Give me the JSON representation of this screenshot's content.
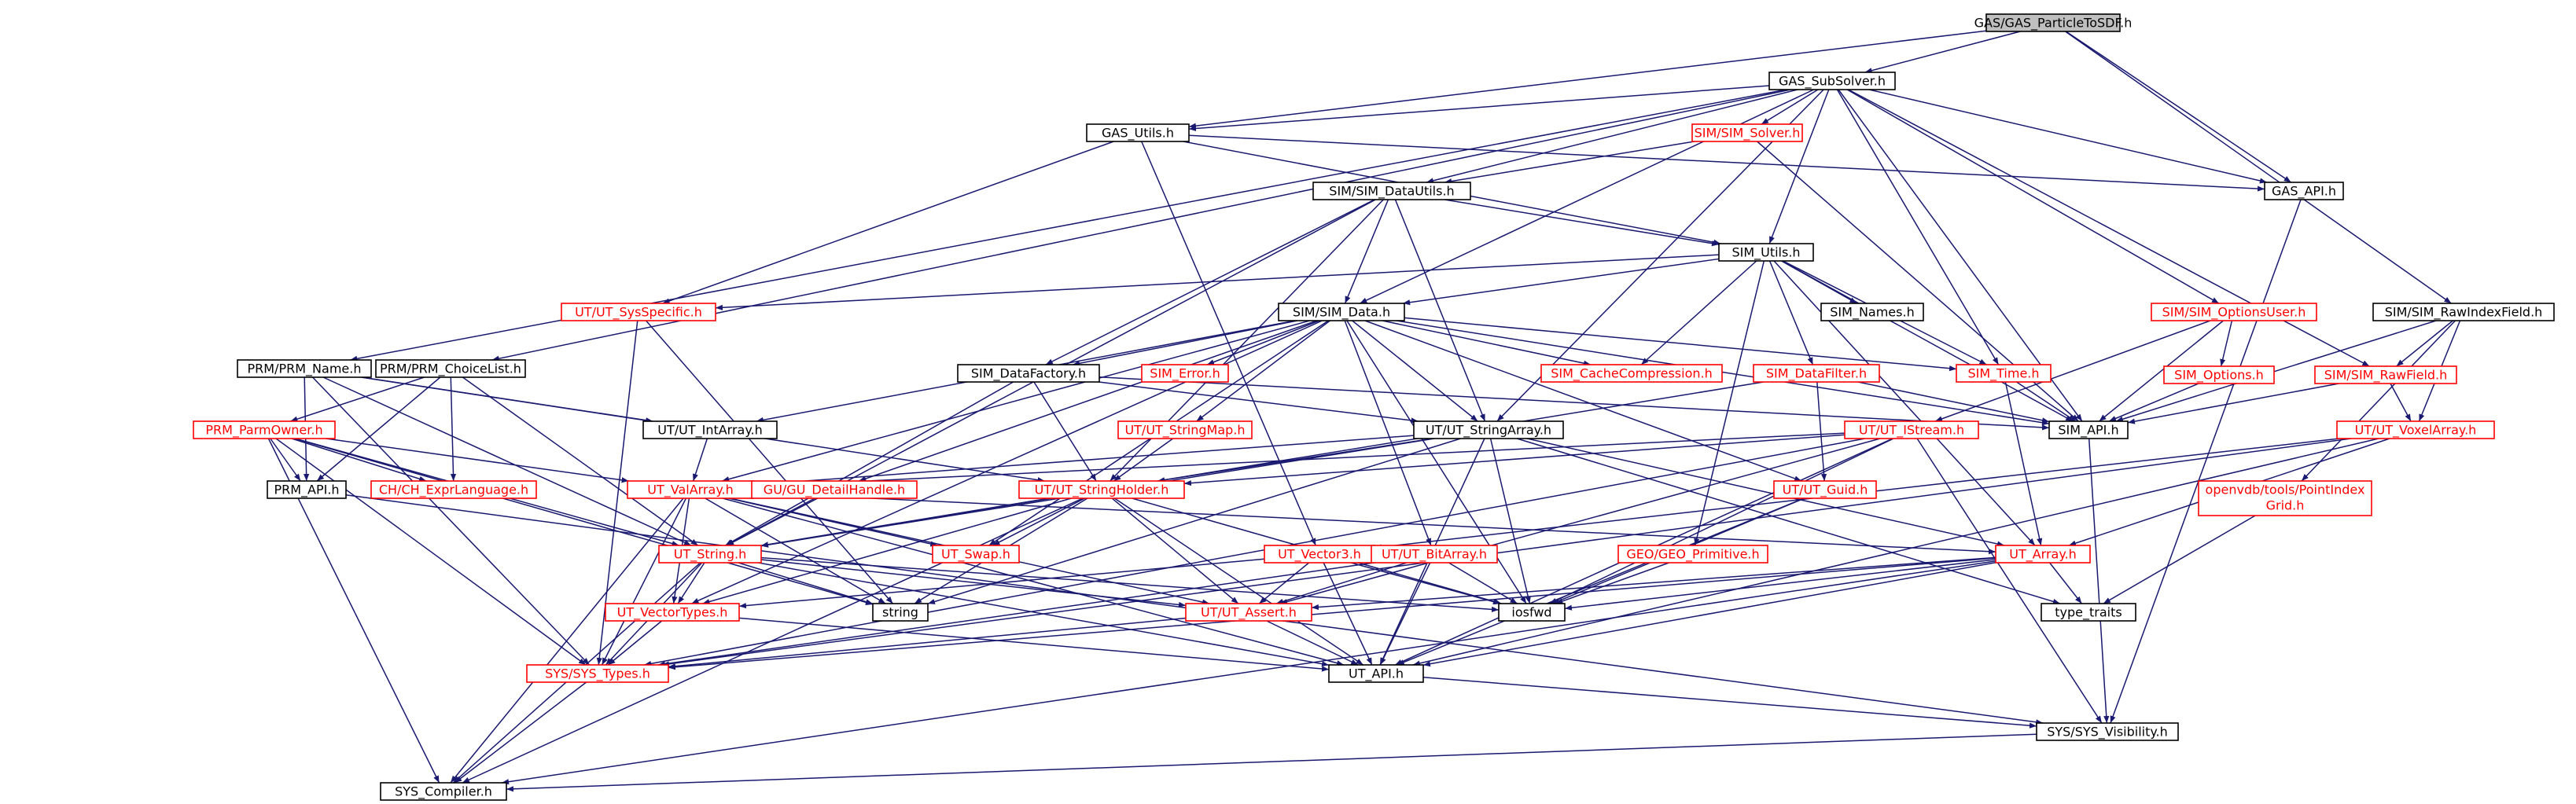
{
  "colors": {
    "edge": "#191970",
    "node_border_normal": "#000000",
    "node_border_truncated": "#ff0000",
    "node_text_normal": "#000000",
    "node_text_truncated": "#ff0000",
    "root_fill": "#bfbfbf"
  },
  "nodes": [
    {
      "id": "root",
      "label": "GAS/GAS_ParticleToSDF.h",
      "style": "root"
    },
    {
      "id": "gas_subsolver",
      "label": "GAS_SubSolver.h",
      "style": "normal"
    },
    {
      "id": "gas_utils",
      "label": "GAS_Utils.h",
      "style": "normal"
    },
    {
      "id": "sim_solver",
      "label": "SIM/SIM_Solver.h",
      "style": "truncated"
    },
    {
      "id": "gas_api",
      "label": "GAS_API.h",
      "style": "normal"
    },
    {
      "id": "sim_datautils",
      "label": "SIM/SIM_DataUtils.h",
      "style": "normal"
    },
    {
      "id": "sim_utils",
      "label": "SIM_Utils.h",
      "style": "normal"
    },
    {
      "id": "ut_sysspecific",
      "label": "UT/UT_SysSpecific.h",
      "style": "truncated"
    },
    {
      "id": "sim_data",
      "label": "SIM/SIM_Data.h",
      "style": "normal"
    },
    {
      "id": "sim_names",
      "label": "SIM_Names.h",
      "style": "normal"
    },
    {
      "id": "sim_optionsuser",
      "label": "SIM/SIM_OptionsUser.h",
      "style": "truncated"
    },
    {
      "id": "sim_rawindexfield",
      "label": "SIM/SIM_RawIndexField.h",
      "style": "normal"
    },
    {
      "id": "prm_name",
      "label": "PRM/PRM_Name.h",
      "style": "normal"
    },
    {
      "id": "prm_choicelist",
      "label": "PRM/PRM_ChoiceList.h",
      "style": "normal"
    },
    {
      "id": "sim_datafactory",
      "label": "SIM_DataFactory.h",
      "style": "normal"
    },
    {
      "id": "sim_error",
      "label": "SIM_Error.h",
      "style": "truncated"
    },
    {
      "id": "sim_cachecompression",
      "label": "SIM_CacheCompression.h",
      "style": "truncated"
    },
    {
      "id": "sim_datafilter",
      "label": "SIM_DataFilter.h",
      "style": "truncated"
    },
    {
      "id": "sim_time",
      "label": "SIM_Time.h",
      "style": "truncated"
    },
    {
      "id": "sim_options",
      "label": "SIM_Options.h",
      "style": "truncated"
    },
    {
      "id": "sim_rawfield",
      "label": "SIM/SIM_RawField.h",
      "style": "truncated"
    },
    {
      "id": "prm_parmowner",
      "label": "PRM_ParmOwner.h",
      "style": "truncated"
    },
    {
      "id": "ut_intarray",
      "label": "UT/UT_IntArray.h",
      "style": "normal"
    },
    {
      "id": "ut_stringmap",
      "label": "UT/UT_StringMap.h",
      "style": "truncated"
    },
    {
      "id": "ut_stringarray",
      "label": "UT/UT_StringArray.h",
      "style": "normal"
    },
    {
      "id": "sim_api",
      "label": "SIM_API.h",
      "style": "normal"
    },
    {
      "id": "ut_istream",
      "label": "UT/UT_IStream.h",
      "style": "truncated"
    },
    {
      "id": "ut_voxelarray",
      "label": "UT/UT_VoxelArray.h",
      "style": "truncated"
    },
    {
      "id": "prm_api",
      "label": "PRM_API.h",
      "style": "normal"
    },
    {
      "id": "ch_exprlanguage",
      "label": "CH/CH_ExprLanguage.h",
      "style": "truncated"
    },
    {
      "id": "ut_valarray",
      "label": "UT_ValArray.h",
      "style": "truncated"
    },
    {
      "id": "gu_detailhandle",
      "label": "GU/GU_DetailHandle.h",
      "style": "truncated"
    },
    {
      "id": "ut_stringholder",
      "label": "UT/UT_StringHolder.h",
      "style": "truncated"
    },
    {
      "id": "ut_guid",
      "label": "UT/UT_Guid.h",
      "style": "truncated"
    },
    {
      "id": "openvdb_pig",
      "label": "openvdb/tools/PointIndex Grid.h",
      "style": "truncated"
    },
    {
      "id": "ut_swap",
      "label": "UT_Swap.h",
      "style": "truncated"
    },
    {
      "id": "geo_primitive",
      "label": "GEO/GEO_Primitive.h",
      "style": "truncated"
    },
    {
      "id": "ut_string",
      "label": "UT_String.h",
      "style": "truncated"
    },
    {
      "id": "ut_vector3",
      "label": "UT_Vector3.h",
      "style": "truncated"
    },
    {
      "id": "ut_bitarray",
      "label": "UT/UT_BitArray.h",
      "style": "truncated"
    },
    {
      "id": "ut_array",
      "label": "UT_Array.h",
      "style": "truncated"
    },
    {
      "id": "string",
      "label": "string",
      "style": "normal"
    },
    {
      "id": "iosfwd",
      "label": "iosfwd",
      "style": "normal"
    },
    {
      "id": "type_traits",
      "label": "type_traits",
      "style": "normal"
    },
    {
      "id": "ut_vectortypes",
      "label": "UT_VectorTypes.h",
      "style": "truncated"
    },
    {
      "id": "ut_assert",
      "label": "UT/UT_Assert.h",
      "style": "truncated"
    },
    {
      "id": "sys_types",
      "label": "SYS/SYS_Types.h",
      "style": "truncated"
    },
    {
      "id": "ut_api",
      "label": "UT_API.h",
      "style": "normal"
    },
    {
      "id": "sys_visibility",
      "label": "SYS/SYS_Visibility.h",
      "style": "normal"
    },
    {
      "id": "sys_compiler",
      "label": "SYS_Compiler.h",
      "style": "normal"
    }
  ],
  "edges": [
    [
      "root",
      "gas_subsolver"
    ],
    [
      "root",
      "gas_utils"
    ],
    [
      "root",
      "gas_api"
    ],
    [
      "root",
      "sim_rawindexfield"
    ],
    [
      "gas_subsolver",
      "gas_utils"
    ],
    [
      "gas_subsolver",
      "sim_solver"
    ],
    [
      "gas_subsolver",
      "gas_api"
    ],
    [
      "gas_subsolver",
      "sim_datautils"
    ],
    [
      "gas_subsolver",
      "sim_utils"
    ],
    [
      "gas_subsolver",
      "sim_data"
    ],
    [
      "gas_subsolver",
      "sim_optionsuser"
    ],
    [
      "gas_subsolver",
      "sim_rawfield"
    ],
    [
      "gas_subsolver",
      "prm_name"
    ],
    [
      "gas_subsolver",
      "prm_choicelist"
    ],
    [
      "gas_subsolver",
      "sim_time"
    ],
    [
      "gas_subsolver",
      "sim_api"
    ],
    [
      "gas_subsolver",
      "ut_stringarray"
    ],
    [
      "gas_utils",
      "gas_api"
    ],
    [
      "gas_utils",
      "sim_utils"
    ],
    [
      "gas_utils",
      "ut_sysspecific"
    ],
    [
      "gas_utils",
      "ut_vector3"
    ],
    [
      "sim_solver",
      "sim_datautils"
    ],
    [
      "sim_solver",
      "sim_api"
    ],
    [
      "gas_api",
      "sys_visibility"
    ],
    [
      "sim_datautils",
      "sim_utils"
    ],
    [
      "sim_datautils",
      "sim_data"
    ],
    [
      "sim_datautils",
      "sim_datafactory"
    ],
    [
      "sim_datautils",
      "ut_stringarray"
    ],
    [
      "sim_datautils",
      "ut_stringholder"
    ],
    [
      "sim_datautils",
      "ut_string"
    ],
    [
      "sim_utils",
      "sim_data"
    ],
    [
      "sim_utils",
      "sim_names"
    ],
    [
      "sim_utils",
      "ut_sysspecific"
    ],
    [
      "sim_utils",
      "sim_cachecompression"
    ],
    [
      "sim_utils",
      "sim_datafilter"
    ],
    [
      "sim_utils",
      "sim_time"
    ],
    [
      "sim_utils",
      "sim_api"
    ],
    [
      "sim_utils",
      "geo_primitive"
    ],
    [
      "sim_utils",
      "ut_array"
    ],
    [
      "ut_sysspecific",
      "sys_types"
    ],
    [
      "ut_sysspecific",
      "string"
    ],
    [
      "sim_data",
      "sim_datafactory"
    ],
    [
      "sim_data",
      "sim_error"
    ],
    [
      "sim_data",
      "sim_cachecompression"
    ],
    [
      "sim_data",
      "sim_time"
    ],
    [
      "sim_data",
      "sim_api"
    ],
    [
      "sim_data",
      "ut_intarray"
    ],
    [
      "sim_data",
      "ut_stringmap"
    ],
    [
      "sim_data",
      "ut_stringarray"
    ],
    [
      "sim_data",
      "gu_detailhandle"
    ],
    [
      "sim_data",
      "ut_valarray"
    ],
    [
      "sim_data",
      "ut_guid"
    ],
    [
      "sim_data",
      "ut_bitarray"
    ],
    [
      "sim_data",
      "ut_vectortypes"
    ],
    [
      "sim_data",
      "iosfwd"
    ],
    [
      "sim_data",
      "ut_swap"
    ],
    [
      "sim_optionsuser",
      "sim_options"
    ],
    [
      "sim_optionsuser",
      "sim_api"
    ],
    [
      "sim_optionsuser",
      "ut_istream"
    ],
    [
      "sim_rawindexfield",
      "sim_rawfield"
    ],
    [
      "sim_rawindexfield",
      "sim_api"
    ],
    [
      "sim_rawindexfield",
      "ut_voxelarray"
    ],
    [
      "sim_rawindexfield",
      "openvdb_pig"
    ],
    [
      "prm_name",
      "prm_api"
    ],
    [
      "prm_name",
      "ut_stringholder"
    ],
    [
      "prm_name",
      "sys_types"
    ],
    [
      "prm_name",
      "ut_string"
    ],
    [
      "prm_name",
      "ut_intarray"
    ],
    [
      "prm_choicelist",
      "prm_parmowner"
    ],
    [
      "prm_choicelist",
      "prm_api"
    ],
    [
      "prm_choicelist",
      "ch_exprlanguage"
    ],
    [
      "prm_choicelist",
      "ut_string"
    ],
    [
      "sim_datafactory",
      "sim_api"
    ],
    [
      "sim_datafactory",
      "ut_stringholder"
    ],
    [
      "sim_datafactory",
      "ut_stringarray"
    ],
    [
      "sim_datafactory",
      "ut_string"
    ],
    [
      "sim_datafilter",
      "sim_api"
    ],
    [
      "sim_datafilter",
      "ut_guid"
    ],
    [
      "sim_datafilter",
      "ut_string"
    ],
    [
      "sim_time",
      "sim_api"
    ],
    [
      "sim_time",
      "ut_array"
    ],
    [
      "sim_options",
      "sim_api"
    ],
    [
      "sim_rawfield",
      "sim_api"
    ],
    [
      "sim_rawfield",
      "ut_voxelarray"
    ],
    [
      "prm_parmowner",
      "prm_api"
    ],
    [
      "prm_parmowner",
      "ch_exprlanguage"
    ],
    [
      "prm_parmowner",
      "ut_valarray"
    ],
    [
      "prm_parmowner",
      "sys_types"
    ],
    [
      "prm_parmowner",
      "sys_compiler"
    ],
    [
      "prm_parmowner",
      "ut_string"
    ],
    [
      "prm_parmowner",
      "string"
    ],
    [
      "ut_intarray",
      "ut_valarray"
    ],
    [
      "ut_stringmap",
      "ut_stringholder"
    ],
    [
      "ut_stringarray",
      "ut_stringholder"
    ],
    [
      "ut_stringarray",
      "ut_array"
    ],
    [
      "ut_stringarray",
      "ut_string"
    ],
    [
      "ut_stringarray",
      "ut_valarray"
    ],
    [
      "ut_stringarray",
      "iosfwd"
    ],
    [
      "ut_stringarray",
      "ut_api"
    ],
    [
      "ut_stringarray",
      "type_traits"
    ],
    [
      "ut_stringarray",
      "string"
    ],
    [
      "sim_api",
      "sys_visibility"
    ],
    [
      "ut_istream",
      "ut_stringholder"
    ],
    [
      "ut_istream",
      "ut_valarray"
    ],
    [
      "ut_istream",
      "ut_assert"
    ],
    [
      "ut_istream",
      "iosfwd"
    ],
    [
      "ut_istream",
      "sys_types"
    ],
    [
      "ut_istream",
      "sys_visibility"
    ],
    [
      "ut_istream",
      "ut_api"
    ],
    [
      "ut_voxelarray",
      "ut_array"
    ],
    [
      "ut_voxelarray",
      "ut_vector3"
    ],
    [
      "ut_voxelarray",
      "ut_api"
    ],
    [
      "ut_voxelarray",
      "sys_types"
    ],
    [
      "prm_api",
      "sys_visibility"
    ],
    [
      "ut_valarray",
      "ut_array"
    ],
    [
      "ut_valarray",
      "ut_swap"
    ],
    [
      "ut_valarray",
      "ut_assert"
    ],
    [
      "ut_valarray",
      "ut_vectortypes"
    ],
    [
      "ut_valarray",
      "sys_types"
    ],
    [
      "ut_valarray",
      "sys_compiler"
    ],
    [
      "ut_valarray",
      "ut_api"
    ],
    [
      "ut_valarray",
      "string"
    ],
    [
      "gu_detailhandle",
      "ut_string"
    ],
    [
      "ut_stringholder",
      "ut_string"
    ],
    [
      "ut_stringholder",
      "ut_swap"
    ],
    [
      "ut_stringholder",
      "ut_assert"
    ],
    [
      "ut_stringholder",
      "ut_api"
    ],
    [
      "ut_stringholder",
      "iosfwd"
    ],
    [
      "ut_stringholder",
      "string"
    ],
    [
      "ut_stringholder",
      "sys_compiler"
    ],
    [
      "ut_stringholder",
      "ut_vectortypes"
    ],
    [
      "ut_guid",
      "ut_api"
    ],
    [
      "ut_guid",
      "iosfwd"
    ],
    [
      "openvdb_pig",
      "type_traits"
    ],
    [
      "geo_primitive",
      "iosfwd"
    ],
    [
      "ut_string",
      "ut_assert"
    ],
    [
      "ut_string",
      "ut_api"
    ],
    [
      "ut_string",
      "ut_vectortypes"
    ],
    [
      "ut_string",
      "sys_types"
    ],
    [
      "ut_string",
      "sys_compiler"
    ],
    [
      "ut_string",
      "string"
    ],
    [
      "ut_string",
      "iosfwd"
    ],
    [
      "ut_vector3",
      "ut_assert"
    ],
    [
      "ut_vector3",
      "ut_api"
    ],
    [
      "ut_vector3",
      "ut_vectortypes"
    ],
    [
      "ut_vector3",
      "iosfwd"
    ],
    [
      "ut_bitarray",
      "ut_assert"
    ],
    [
      "ut_bitarray",
      "ut_api"
    ],
    [
      "ut_bitarray",
      "sys_types"
    ],
    [
      "ut_bitarray",
      "iosfwd"
    ],
    [
      "ut_array",
      "ut_assert"
    ],
    [
      "ut_array",
      "ut_api"
    ],
    [
      "ut_array",
      "sys_types"
    ],
    [
      "ut_array",
      "type_traits"
    ],
    [
      "ut_array",
      "sys_compiler"
    ],
    [
      "ut_array",
      "iosfwd"
    ],
    [
      "ut_vectortypes",
      "sys_types"
    ],
    [
      "ut_vectortypes",
      "ut_api"
    ],
    [
      "ut_assert",
      "ut_api"
    ],
    [
      "ut_assert",
      "sys_types"
    ],
    [
      "sys_types",
      "sys_compiler"
    ],
    [
      "ut_api",
      "sys_visibility"
    ],
    [
      "sys_visibility",
      "sys_compiler"
    ]
  ]
}
